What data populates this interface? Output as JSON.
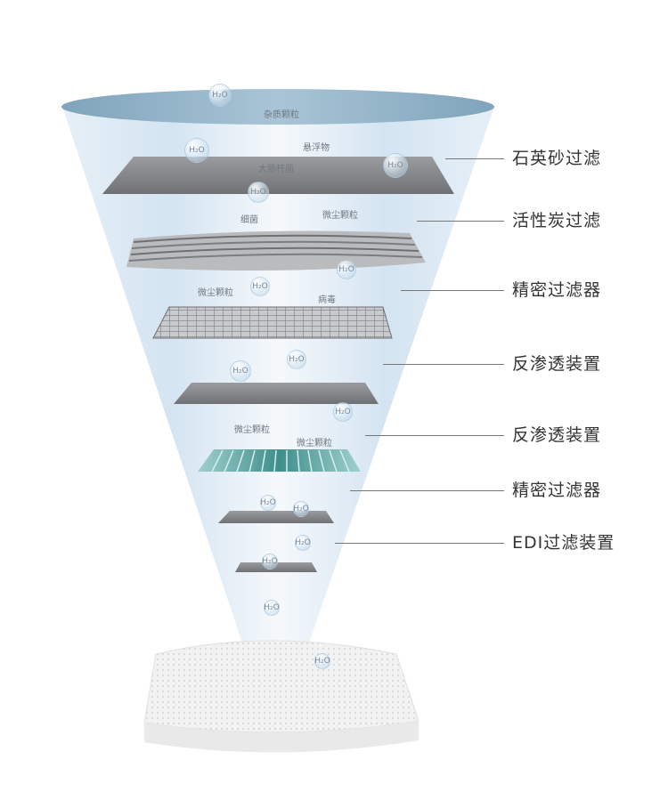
{
  "stages": [
    {
      "label": "石英砂过滤"
    },
    {
      "label": "活性炭过滤"
    },
    {
      "label": "精密过滤器"
    },
    {
      "label": "反渗透装置"
    },
    {
      "label": "反渗透装置"
    },
    {
      "label": "精密过滤器"
    },
    {
      "label": "EDI过滤装置"
    }
  ],
  "particles": {
    "impurities": "杂质颗粒",
    "suspended": "悬浮物",
    "ecoli": "大肠杆菌",
    "bacteria": "细菌",
    "dust": "微尘颗粒",
    "virus": "病毒",
    "water": "H₂O"
  },
  "colors": {
    "cone": "#cfe2f1",
    "cone_top": "#8fb3c9",
    "filter_dark": "#7d7f82",
    "filter_teal": "#5fa5a3",
    "leader": "#777777",
    "label": "#333333"
  }
}
